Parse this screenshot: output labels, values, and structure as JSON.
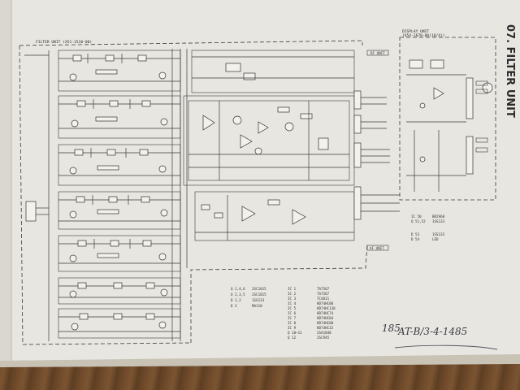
{
  "frames": {
    "filter_unit": "FILTER UNIT (X51-1510-00)",
    "display_unit_line1": "DISPLAY UNIT",
    "display_unit_line2": "(X54-1670-00(18/4))"
  },
  "side_title": "07. FILTER UNIT",
  "handwriting": {
    "margin_mark": "185",
    "note": "AT-B/3-4-1485"
  },
  "parts_legend": {
    "col1": [
      "Q 1,4,6",
      "Q 2,3,5",
      "D 1,2",
      "D 3"
    ],
    "col2": [
      "2SC1815",
      "2SC1815",
      "1SS133",
      "MA110"
    ],
    "col3": [
      "IC 1",
      "IC 2",
      "IC 3",
      "IC 4",
      "IC 5",
      "IC 6",
      "IC 7",
      "IC 8",
      "IC 9",
      "Q 10~11",
      "Q 12"
    ],
    "col4": [
      "TA7567",
      "TA7567",
      "TC4011",
      "HD74HC00",
      "HD74HC138",
      "HD74HC74",
      "HD74HC04",
      "HD74HC08",
      "HD74HC32",
      "2SA1048",
      "2SC945"
    ]
  },
  "display_legend": {
    "lines": [
      "IC 50",
      "Q 51,52",
      "D 53",
      "D 54"
    ],
    "values": [
      "BR2960",
      "1SS133",
      "1SS133",
      "LED"
    ]
  },
  "connector_notes": {
    "top_right": "RF UNIT",
    "bottom_right": "AF UNIT"
  }
}
